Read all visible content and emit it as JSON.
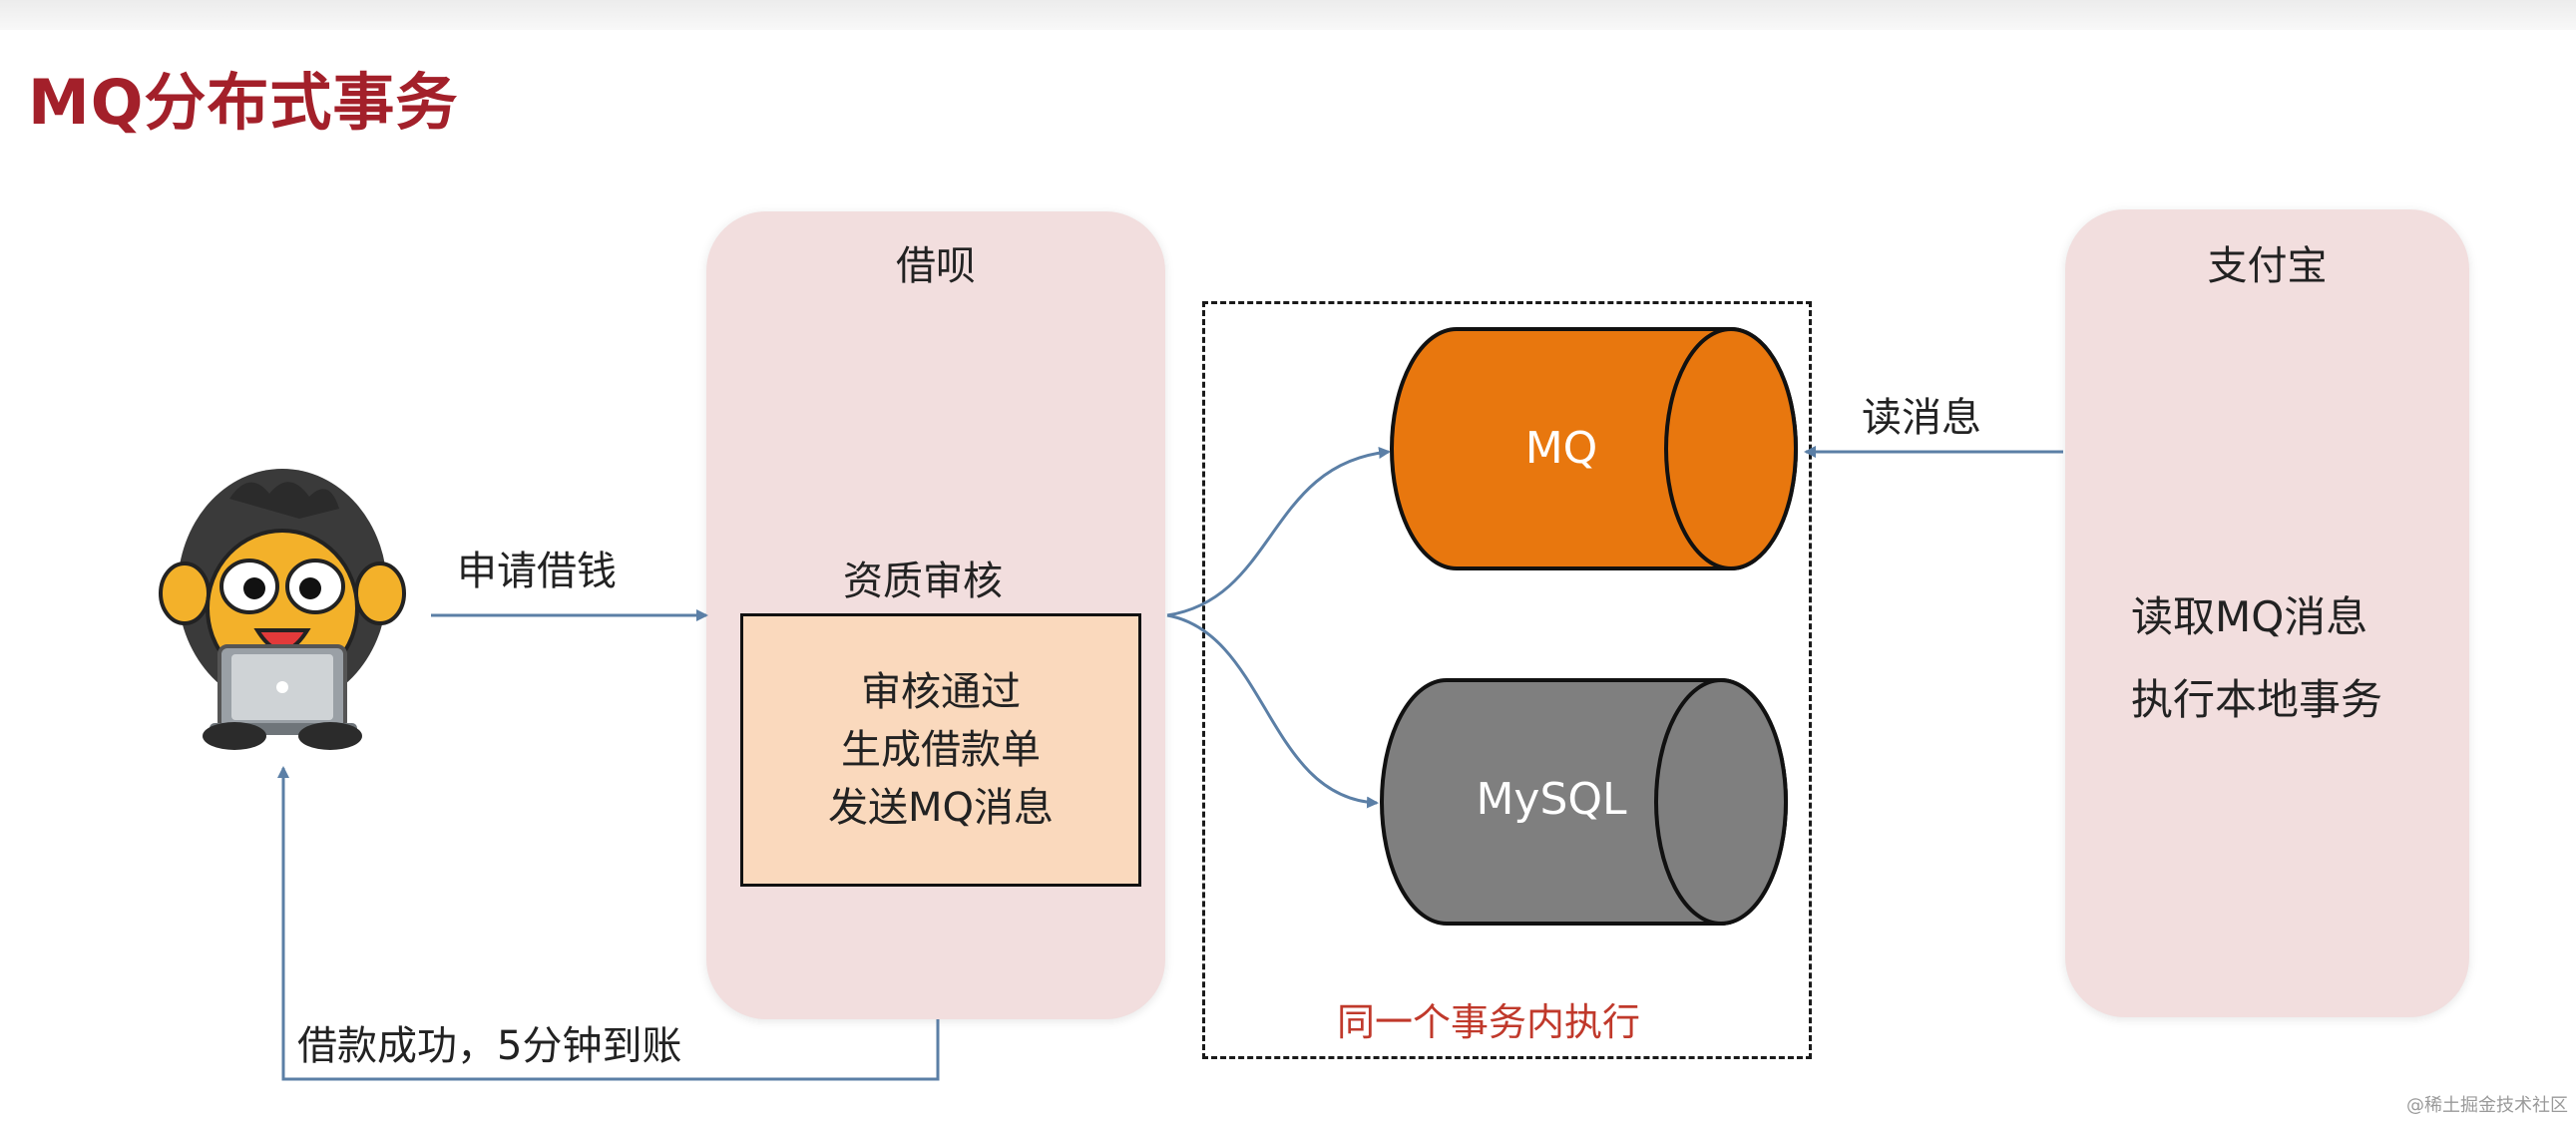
{
  "title": "MQ分布式事务",
  "panels": {
    "jiebei": {
      "title": "借呗",
      "step_label": "资质审核",
      "box_lines": [
        "审核通过",
        "生成借款单",
        "发送MQ消息"
      ]
    },
    "alipay": {
      "title": "支付宝",
      "lines": [
        "读取MQ消息",
        "执行本地事务"
      ]
    }
  },
  "labels": {
    "apply_loan": "申请借钱",
    "loan_success": "借款成功，5分钟到账",
    "read_message": "读消息",
    "same_transaction": "同一个事务内执行"
  },
  "datastores": {
    "mq": "MQ",
    "mysql": "MySQL"
  },
  "colors": {
    "title": "#a3202a",
    "panel": "#f2dede",
    "review_box": "#fad9bd",
    "mq": "#e8770e",
    "mysql": "#7f7f7f",
    "arrow": "#5b7fa6",
    "same_transaction": "#c0392b"
  },
  "watermark": "@稀土掘金技术社区"
}
